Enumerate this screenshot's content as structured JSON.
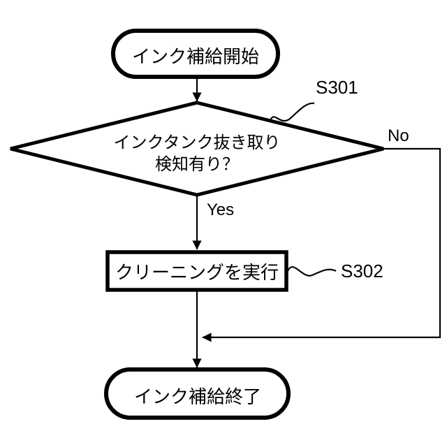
{
  "diagram": {
    "type": "flowchart",
    "colors": {
      "background": "#ffffff",
      "stroke": "#000000",
      "text": "#000000"
    },
    "nodes": {
      "start": {
        "shape": "terminal",
        "label": "インク補給開始"
      },
      "decision": {
        "shape": "diamond",
        "line1": "インクタンク抜き取り",
        "line2": "検知有り？",
        "step": "S301"
      },
      "process": {
        "shape": "rectangle",
        "label": "クリーニングを実行",
        "step": "S302"
      },
      "end": {
        "shape": "terminal",
        "label": "インク補給終了"
      }
    },
    "labels": {
      "s301": "S301",
      "s302": "S302",
      "yes": "Yes",
      "no": "No"
    }
  }
}
